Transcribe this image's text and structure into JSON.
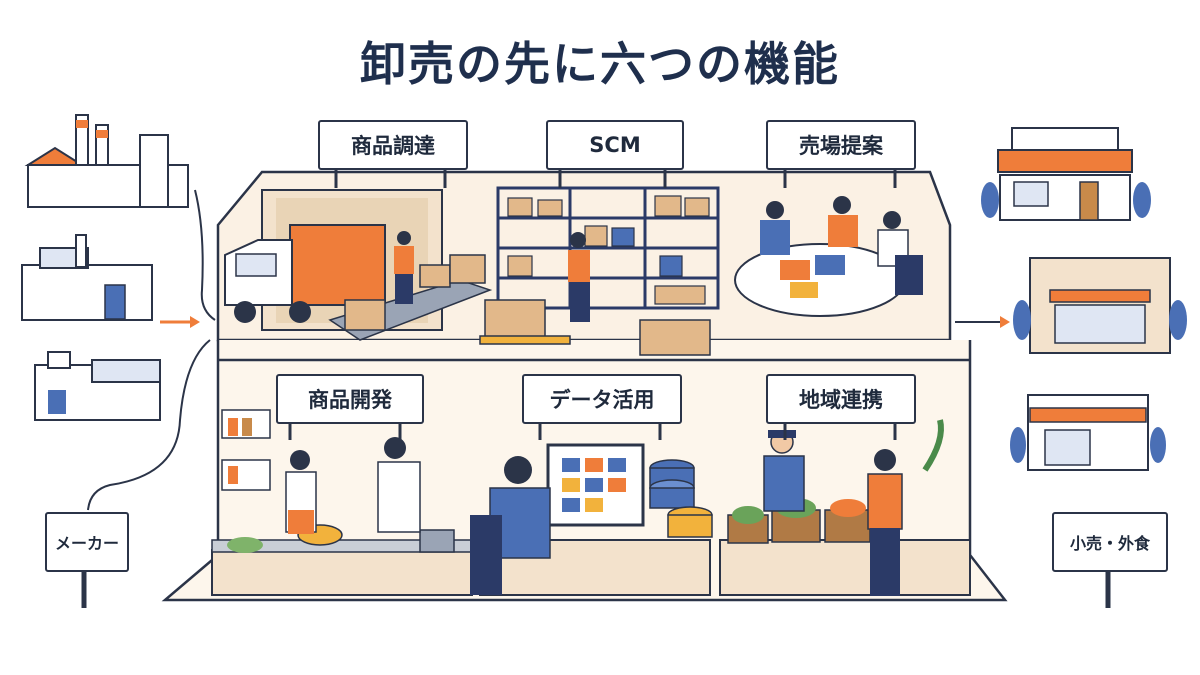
{
  "title": "卸売の先に六つの機能",
  "functions": {
    "procurement": "商品調達",
    "scm": "SCM",
    "sales_floor": "売場提案",
    "development": "商品開発",
    "data": "データ活用",
    "regional": "地域連携"
  },
  "ends": {
    "maker": "メーカー",
    "retail": "小売・外食"
  },
  "colors": {
    "navy": "#2b3a67",
    "orange": "#ef7d3a",
    "blue": "#4a6fb5",
    "cream": "#fbf1e4",
    "ink": "#2b3448"
  }
}
